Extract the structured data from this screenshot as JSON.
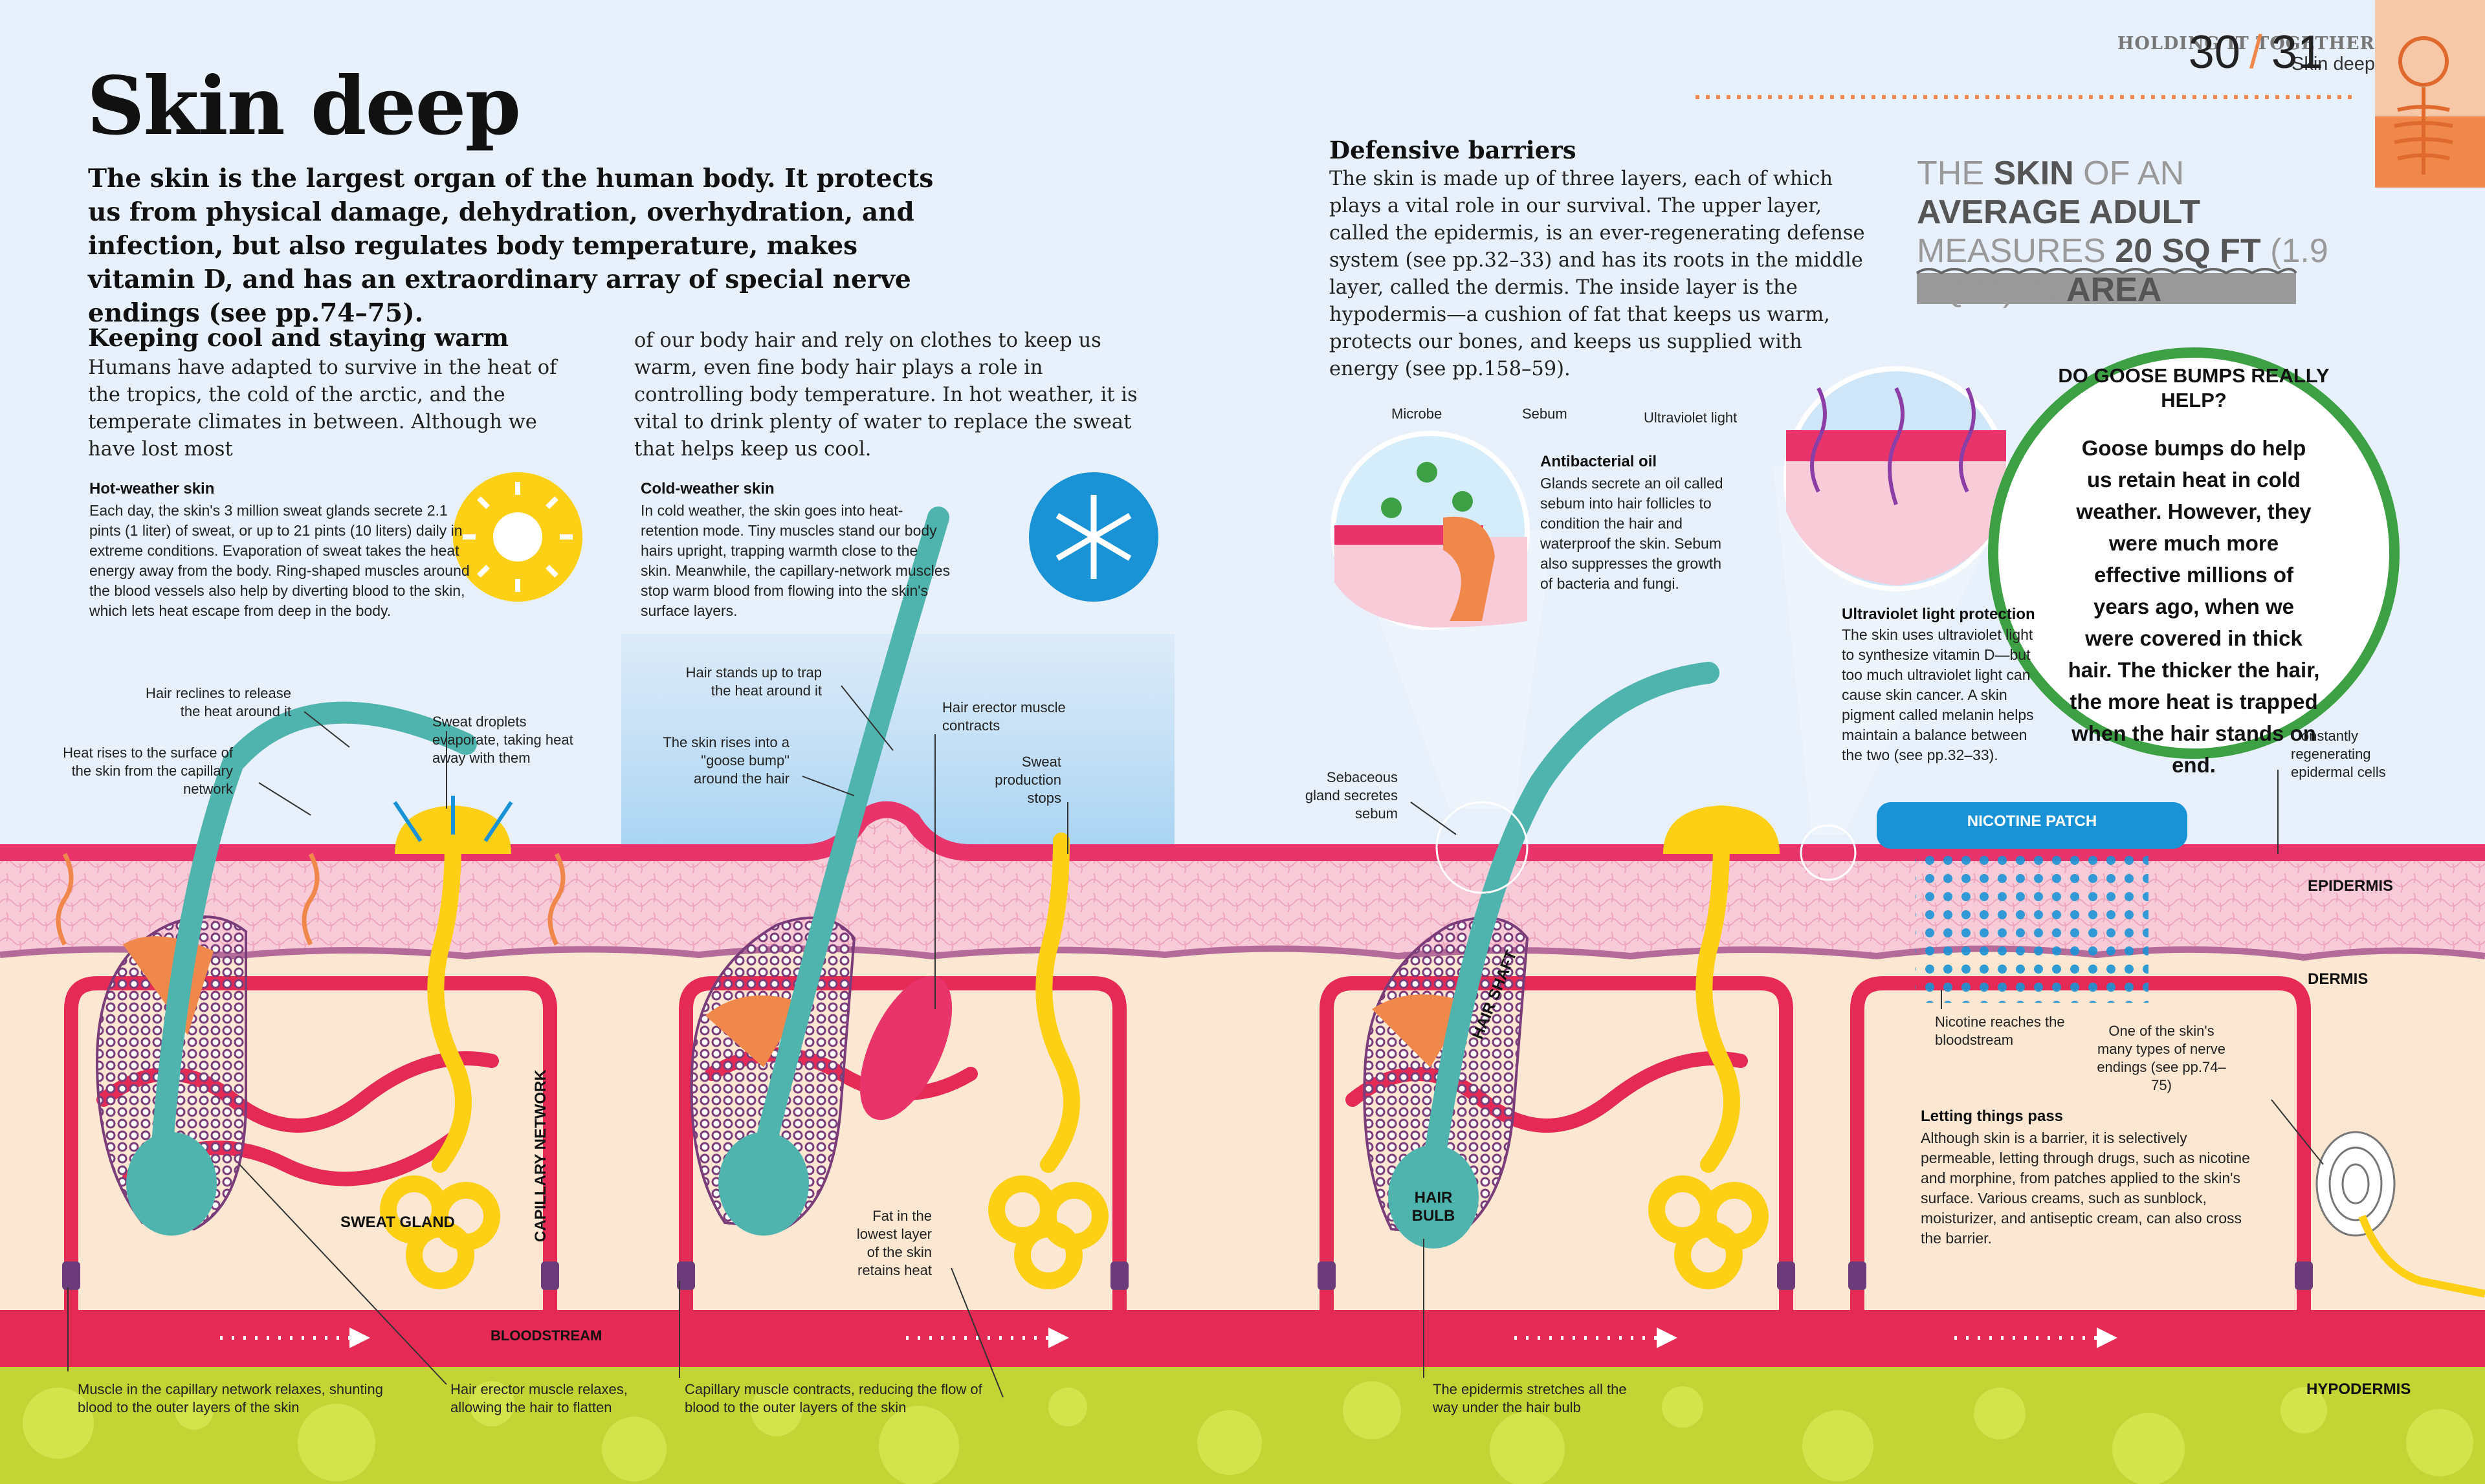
{
  "header": {
    "section": "HOLDING IT TOGETHER",
    "subsection": "Skin deep",
    "page_left": "30",
    "page_separator": "/",
    "page_right": "31"
  },
  "title": "Skin deep",
  "intro": "The skin is the largest organ of the human body. It protects us from physical damage, dehydration, overhydration, and infection, but also regulates body temperature, makes vitamin D, and has an extraordinary array of special nerve endings (see pp.74–75).",
  "cool_warm": {
    "heading": "Keeping cool and staying warm",
    "col1": "Humans have adapted to survive in the heat of the tropics, the cold of the arctic, and the temperate climates in between. Although we have lost most",
    "col2": "of our body hair and rely on clothes to keep us warm, even fine body hair plays a role in controlling body temperature. In hot weather, it is vital to drink plenty of water to replace the sweat that helps keep us cool."
  },
  "hot_weather": {
    "heading": "Hot-weather skin",
    "text": "Each day, the skin's 3 million sweat glands secrete 2.1 pints (1 liter) of sweat, or up to 21 pints (10 liters) daily in extreme conditions. Evaporation of sweat takes the heat energy away from the body. Ring-shaped muscles around the blood vessels also help by diverting blood to the skin, which lets heat escape from deep in the body."
  },
  "cold_weather": {
    "heading": "Cold-weather skin",
    "text": "In cold weather, the skin goes into heat-retention mode. Tiny muscles stand our body hairs upright, trapping warmth close to the skin. Meanwhile, the capillary-network muscles stop warm blood from flowing into the skin's surface layers."
  },
  "defensive": {
    "heading": "Defensive barriers",
    "text": "The skin is made up of three layers, each of which plays a vital role in our survival. The upper layer, called the epidermis, is an ever-regenerating defense system (see pp.32–33) and has its roots in the middle layer, called the dermis. The inside layer is the hypodermis—a cushion of fat that keeps us warm, protects our bones, and keeps us supplied with energy (see pp.158–59)."
  },
  "fact": {
    "p1": "THE",
    "p2": "SKIN",
    "p3": "OF AN",
    "p4": "AVERAGE ADULT",
    "p5": "MEASURES",
    "p6": "20 SQ FT",
    "p7": "(1.9 SQ M) IN",
    "p8": "AREA"
  },
  "goose": {
    "title": "DO GOOSE BUMPS REALLY HELP?",
    "text": "Goose bumps do help us retain heat in cold weather. However, they were much more effective millions of years ago, when we were covered in thick hair. The thicker the hair, the more heat is trapped when the hair stands on end."
  },
  "antibacterial": {
    "heading": "Antibacterial oil",
    "text": "Glands secrete an oil called sebum into hair follicles to condition the hair and waterproof the skin. Sebum also suppresses the growth of bacteria and fungi."
  },
  "uv": {
    "heading": "Ultraviolet light protection",
    "text": "The skin uses ultraviolet light to synthesize vitamin D—but too much ultraviolet light can cause skin cancer. A skin pigment called melanin helps maintain a balance between the two (see pp.32–33)."
  },
  "letting": {
    "heading": "Letting things pass",
    "text": "Although skin is a barrier, it is selectively permeable, letting through drugs, such as nicotine and morphine, from patches applied to the skin's surface. Various creams, such as sunblock, moisturizer, and antiseptic cream, can also cross the barrier."
  },
  "labels": {
    "hair_reclines": "Hair reclines to release the heat around it",
    "heat_rises": "Heat rises to the surface of the skin from the capillary network",
    "sweat_droplets": "Sweat droplets evaporate, taking heat away with them",
    "sweat_gland": "SWEAT GLAND",
    "capillary_network": "CAPILLARY NETWORK",
    "bloodstream": "BLOODSTREAM",
    "muscle_relaxes": "Muscle in the capillary network relaxes, shunting blood to the outer layers of the skin",
    "erector_relaxes": "Hair erector muscle relaxes, allowing the hair to flatten",
    "hair_stands": "Hair stands up to trap the heat around it",
    "goose_bump": "The skin rises into a \"goose bump\" around the hair",
    "erector_contracts": "Hair erector muscle contracts",
    "sweat_stops": "Sweat production stops",
    "fat_layer": "Fat in the lowest layer of the skin retains heat",
    "capillary_contracts": "Capillary muscle contracts, reducing the flow of blood to the outer layers of the skin",
    "microbe": "Microbe",
    "sebum": "Sebum",
    "uv_light": "Ultraviolet light",
    "sebaceous": "Sebaceous gland secretes sebum",
    "hair_shaft": "HAIR SHAFT",
    "hair_bulb_1": "HAIR",
    "hair_bulb_2": "BULB",
    "epidermis_stretches": "The epidermis stretches all the way under the hair bulb",
    "nicotine_patch": "NICOTINE PATCH",
    "constantly": "Constantly regenerating epidermal cells",
    "epidermis": "EPIDERMIS",
    "dermis": "DERMIS",
    "hypodermis": "HYPODERMIS",
    "nicotine_reaches": "Nicotine reaches the bloodstream",
    "nerve_endings": "One of the skin's many types of nerve endings (see pp.74–75)"
  },
  "colors": {
    "background": "#e7f0fb",
    "epidermis": "#f8cbd9",
    "epidermis_edge": "#e8336b",
    "dermis": "#fce7d2",
    "blood": "#e42a55",
    "hypodermis": "#c2d534",
    "hair": "#50b4ae",
    "sweat": "#fdd016",
    "nicotine": "#1a93d6",
    "goose_ring": "#3ea044",
    "accent_orange": "#f0874b"
  }
}
